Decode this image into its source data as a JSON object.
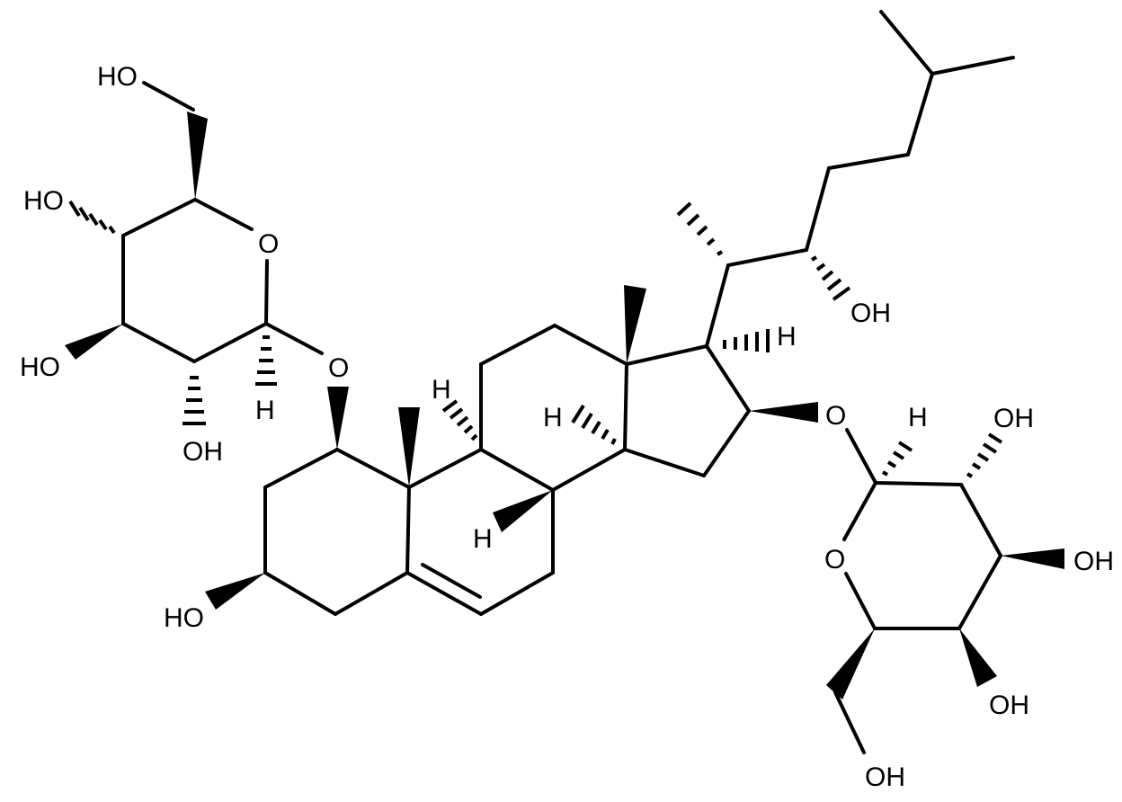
{
  "diagram": {
    "type": "chemical-structure",
    "description": "Steroidal glycoside: cholest-5-ene-1,3,16,22-tetrol core with two pyranose sugars (at C1-O and C16-O)",
    "colors": {
      "ink": "#000000",
      "background": "#ffffff"
    },
    "labels": {
      "sugar1": {
        "c6_oh": "HO",
        "c4_oh": "HO",
        "c3_oh": "HO",
        "c2_oh": "OH",
        "ring_o": "O",
        "anomeric_h": "H",
        "glycosidic_o": "O"
      },
      "steroid": {
        "c3_oh": "HO",
        "c9_h": "H",
        "c14_h": "H",
        "c8_h": "H",
        "c17_h": "H",
        "c22_oh": "OH",
        "c16_o": "O"
      },
      "sugar2": {
        "anomeric_h": "H",
        "c2_oh": "OH",
        "c3_oh": "OH",
        "c4_oh": "OH",
        "ring_o": "O",
        "c6_oh": "OH"
      }
    }
  }
}
